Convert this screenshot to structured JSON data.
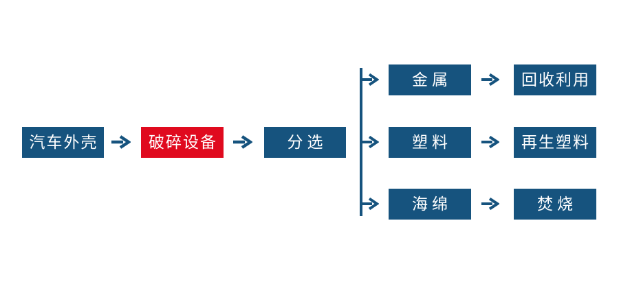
{
  "diagram": {
    "main_flow": [
      {
        "label": "汽车外壳",
        "variant": "blue"
      },
      {
        "label": "破碎设备",
        "variant": "red"
      },
      {
        "label": "分选",
        "variant": "blue"
      }
    ],
    "branches": [
      {
        "material": "金属",
        "outcome": "回收利用"
      },
      {
        "material": "塑料",
        "outcome": "再生塑料"
      },
      {
        "material": "海绵",
        "outcome": "焚烧"
      }
    ]
  },
  "colors": {
    "box_blue": "#16537E",
    "box_red": "#E00A1E",
    "arrow": "#16537E",
    "text": "#FFFFFF",
    "background": "#FFFFFF"
  }
}
